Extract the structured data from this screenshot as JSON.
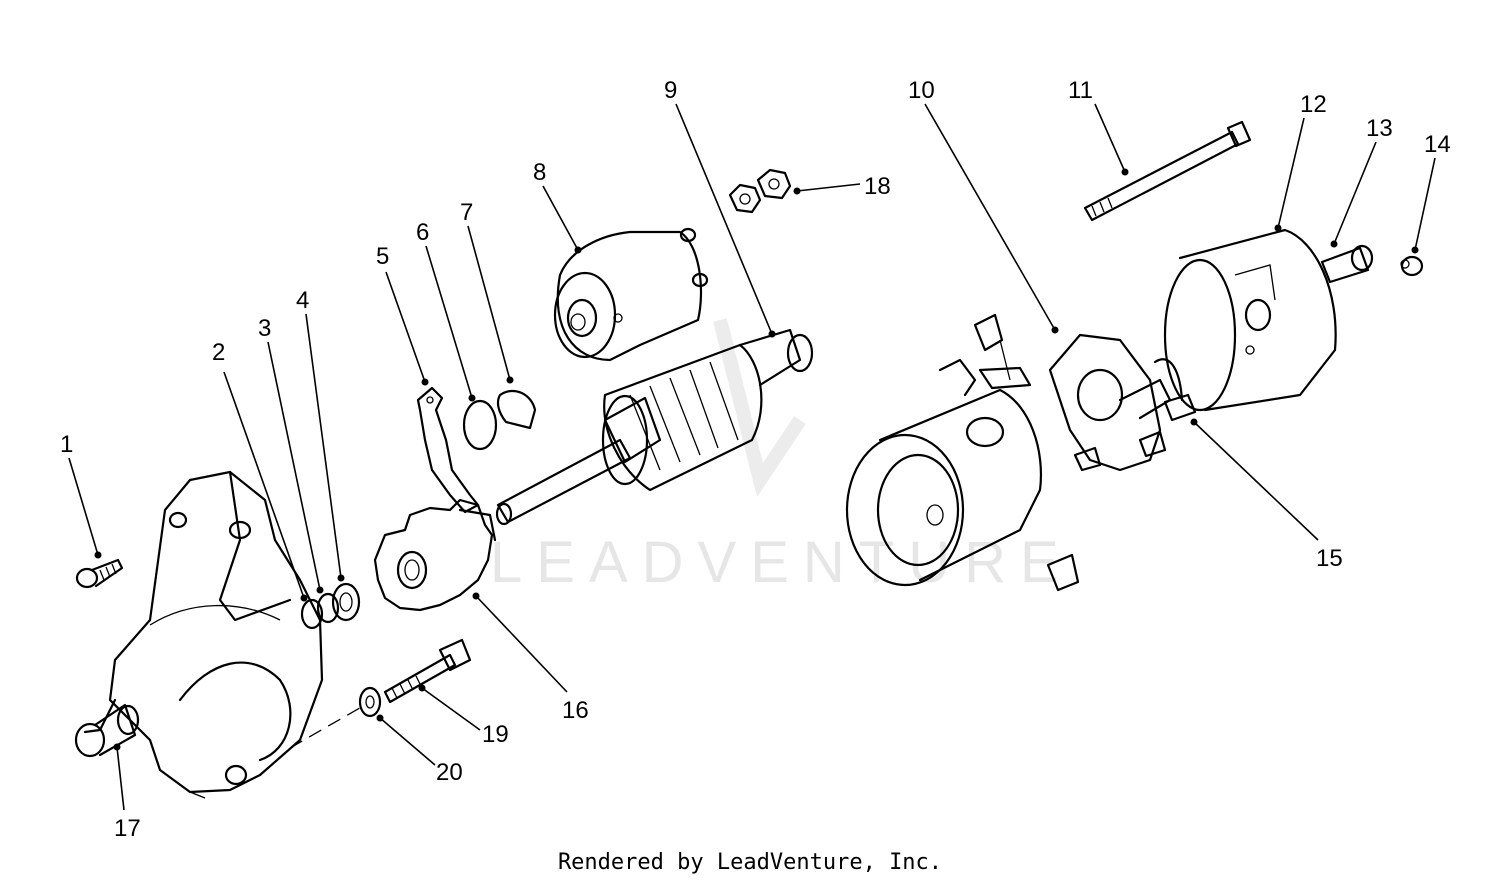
{
  "watermark": "LEADVENTURE",
  "footer": "Rendered by LeadVenture, Inc.",
  "callouts": [
    "1",
    "2",
    "3",
    "4",
    "5",
    "6",
    "7",
    "8",
    "9",
    "10",
    "11",
    "12",
    "13",
    "14",
    "15",
    "16",
    "17",
    "18",
    "19",
    "20"
  ]
}
